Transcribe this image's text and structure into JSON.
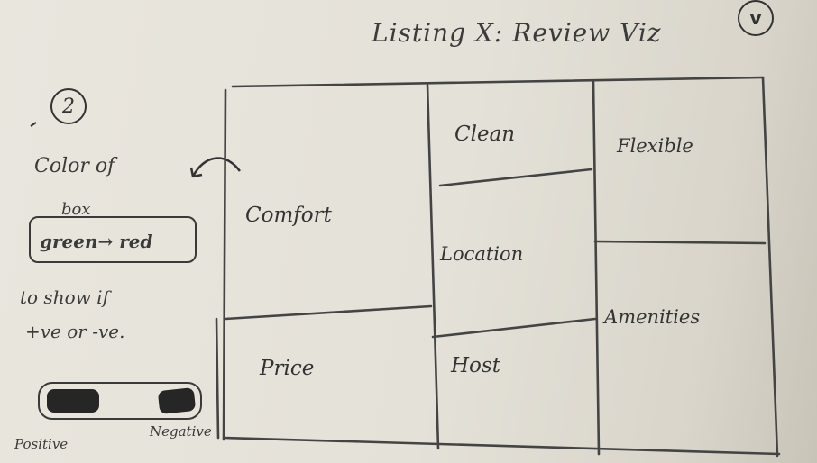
{
  "sketch": {
    "title": "Listing X: Review Viz",
    "corner_mark": "v",
    "note_number": "2",
    "note_lines": [
      "Color of",
      "box",
      "green→ red",
      "to show if",
      "+ve or -ve."
    ],
    "legend": {
      "positive": "Positive",
      "negative": "Negative"
    },
    "boxes": {
      "comfort": "Comfort",
      "price": "Price",
      "clean": "Clean",
      "location": "Location",
      "host": "Host",
      "flexible": "Flexible",
      "amenities": "Amenities"
    }
  }
}
